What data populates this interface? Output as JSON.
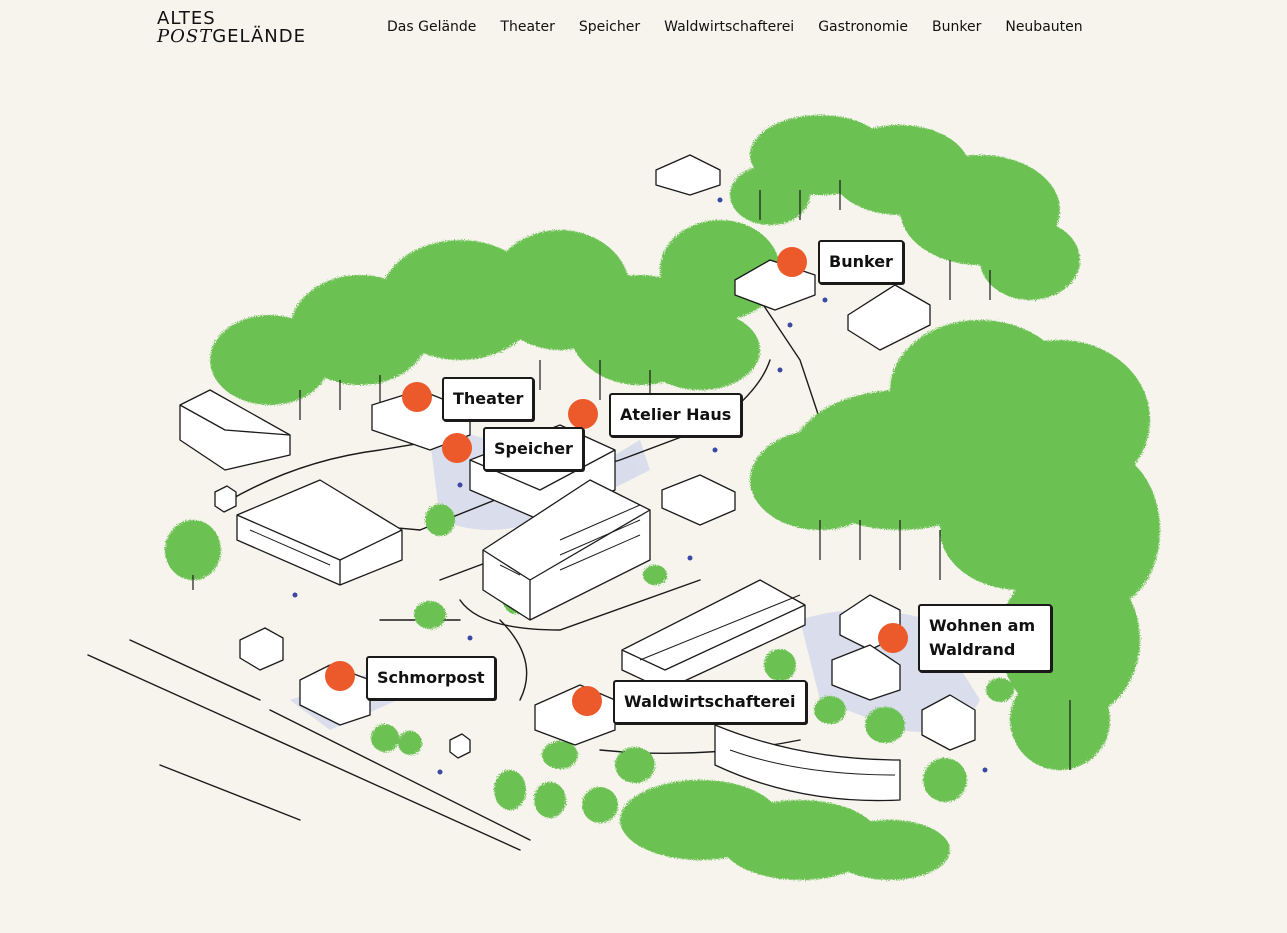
{
  "logo": {
    "line1": "ALTES",
    "line2_italic": "POST",
    "line2_rest": "GELÄNDE"
  },
  "nav": [
    "Das Gelände",
    "Theater",
    "Speicher",
    "Waldwirtschafterei",
    "Gastronomie",
    "Bunker",
    "Neubauten"
  ],
  "markers": {
    "bunker": "Bunker",
    "theater": "Theater",
    "atelier": "Atelier Haus",
    "speicher": "Speicher",
    "wohnen": "Wohnen am Waldrand",
    "schmorpost": "Schmorpost",
    "waldwirtschafterei": "Waldwirtschafterei"
  },
  "colors": {
    "background": "#f7f4ee",
    "marker": "#ec5a2c",
    "tree": "#6cc153",
    "line": "#1a1a1a",
    "path": "#d6daea"
  }
}
